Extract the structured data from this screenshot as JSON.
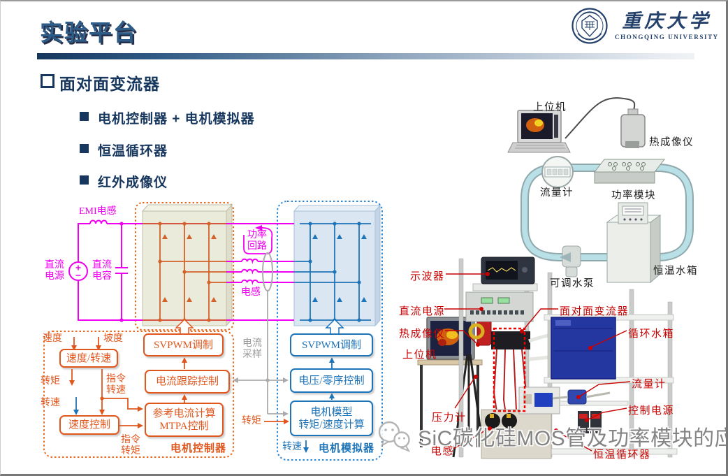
{
  "header": {
    "title": "实验平台"
  },
  "logo": {
    "cn": "重庆大学",
    "en": "CHONGQING UNIVERSITY"
  },
  "content": {
    "heading": "面对面变流器",
    "bullets": [
      "电机控制器 + 电机模拟器",
      "恒温循环器",
      "红外成像仪"
    ]
  },
  "circuit": {
    "emi": "EMI电感",
    "dc_source": "直流\n电源",
    "dc_cap": "直流\n电容",
    "power_loop": "功率\n回路",
    "phase_inductor": "电感",
    "current_sampling": "电流\n采样",
    "speed_in": "速度",
    "slope_in": "坡度",
    "torque_out": "转矩",
    "speed_cmd": "指令\n转速",
    "speed_fb": "转速",
    "torque_cmd": "指令\n转矩",
    "torque_in": "转矩",
    "speed_out": "转速",
    "box_speed_conv": "速度/转速",
    "box_speed_ctrl": "速度控制",
    "box_svpwm_mc": "SVPWM调制",
    "box_track": "电流跟踪控制",
    "box_mtpa": "参考电流计算\nMTPA控制",
    "box_svpwm_me": "SVPWM调制",
    "box_volt": "电压/零序控制",
    "box_model": "电机模型\n转矩/速度计算",
    "mc_title": "电机控制器",
    "me_title": "电机模拟器"
  },
  "loop_diagram": {
    "host": "上位机",
    "thermal": "热成像仪",
    "flow": "流量计",
    "power_module": "功率模块",
    "pump": "可调水泵",
    "tank": "恒温水箱"
  },
  "photo": {
    "oscilloscope": "示波器",
    "dc_supply": "直流电源",
    "thermal": "热成像仪",
    "host": "上位机",
    "pressure": "压力计",
    "inductor": "电感",
    "converter": "面对面变流器",
    "cool_tank": "循环水箱",
    "flow": "流量计",
    "ctrl_power": "控制电源",
    "circulator": "恒温循环器"
  },
  "watermark": {
    "text": "SiC碳化硅MOS管及功率模块的应用"
  },
  "colors": {
    "navy": "#17375E",
    "title_blue": "#2E5C88",
    "magenta": "#F000F0",
    "orange": "#E0571E",
    "blue": "#1E74B8",
    "gray_line": "#ABABAB",
    "red_label": "#C90000",
    "pipe": "#B8E0E6",
    "gradient_start": "#16365C"
  }
}
